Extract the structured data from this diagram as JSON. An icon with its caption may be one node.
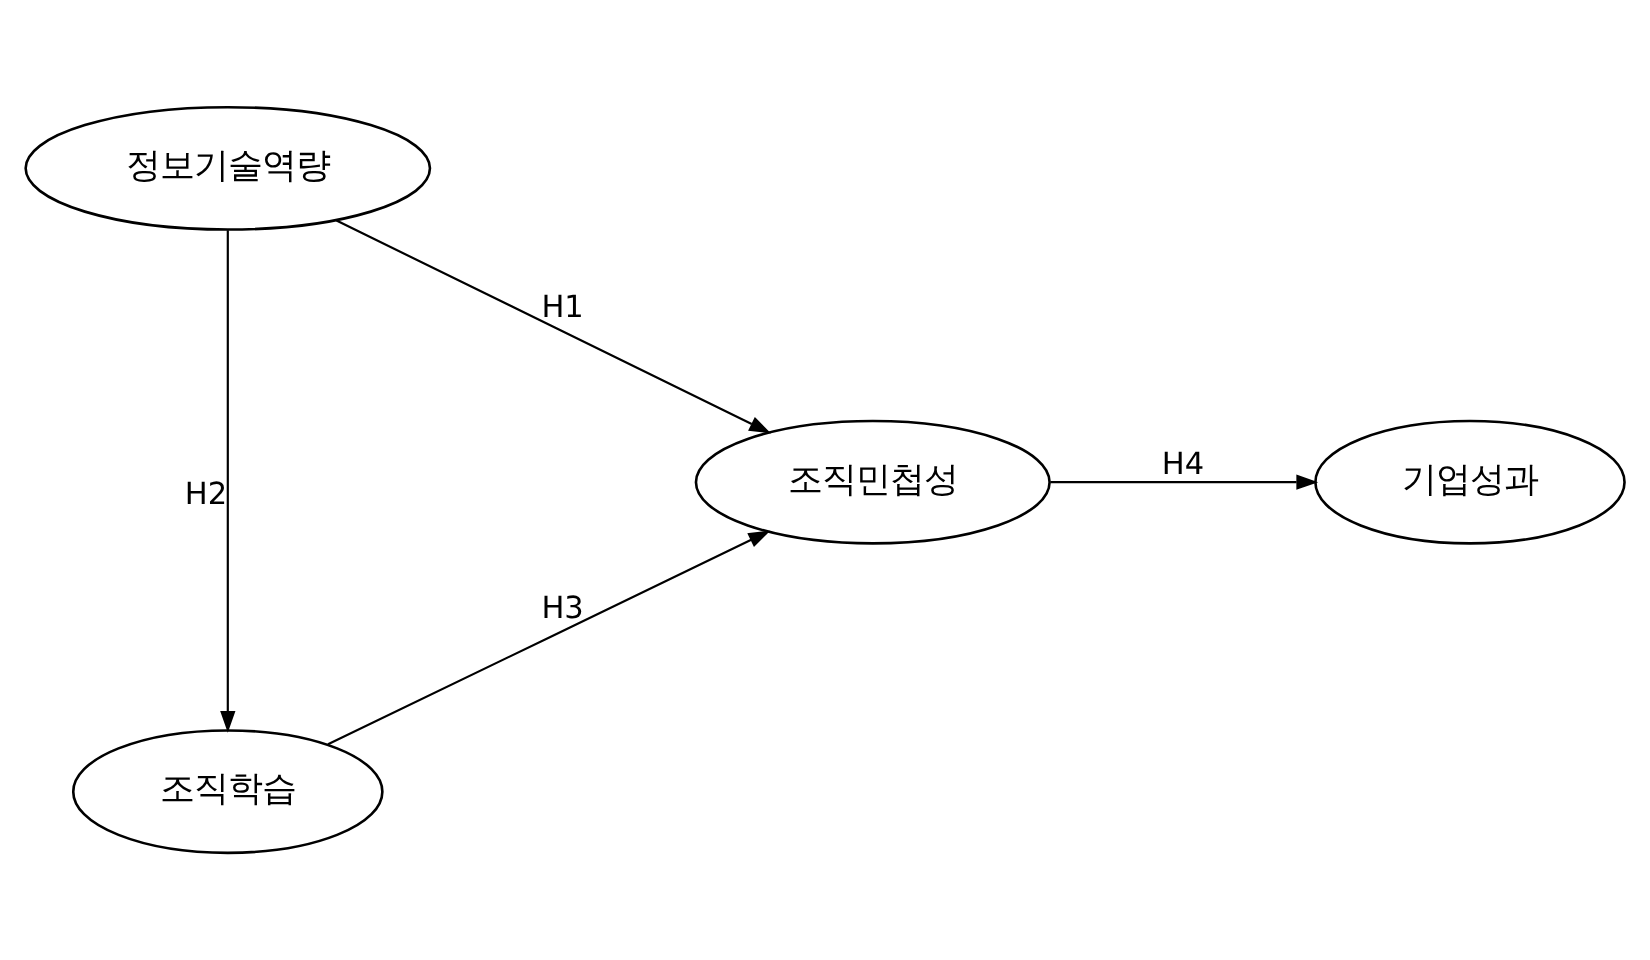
{
  "diagram": {
    "nodes": [
      {
        "text": [
          "정보기술역량"
        ]
      },
      {
        "text": [
          "조직학습"
        ]
      },
      {
        "text": [
          "조직민첩성"
        ]
      },
      {
        "text": [
          "기업성과"
        ]
      }
    ],
    "edges": [
      {
        "from": 0,
        "to": 2,
        "arrow": "to",
        "label": "H1"
      },
      {
        "from": 0,
        "to": 1,
        "arrow": "to",
        "label": "H2"
      },
      {
        "from": 1,
        "to": 2,
        "arrow": "to",
        "label": "H3"
      },
      {
        "from": 2,
        "to": 3,
        "arrow": "to",
        "label": "H4"
      }
    ]
  }
}
